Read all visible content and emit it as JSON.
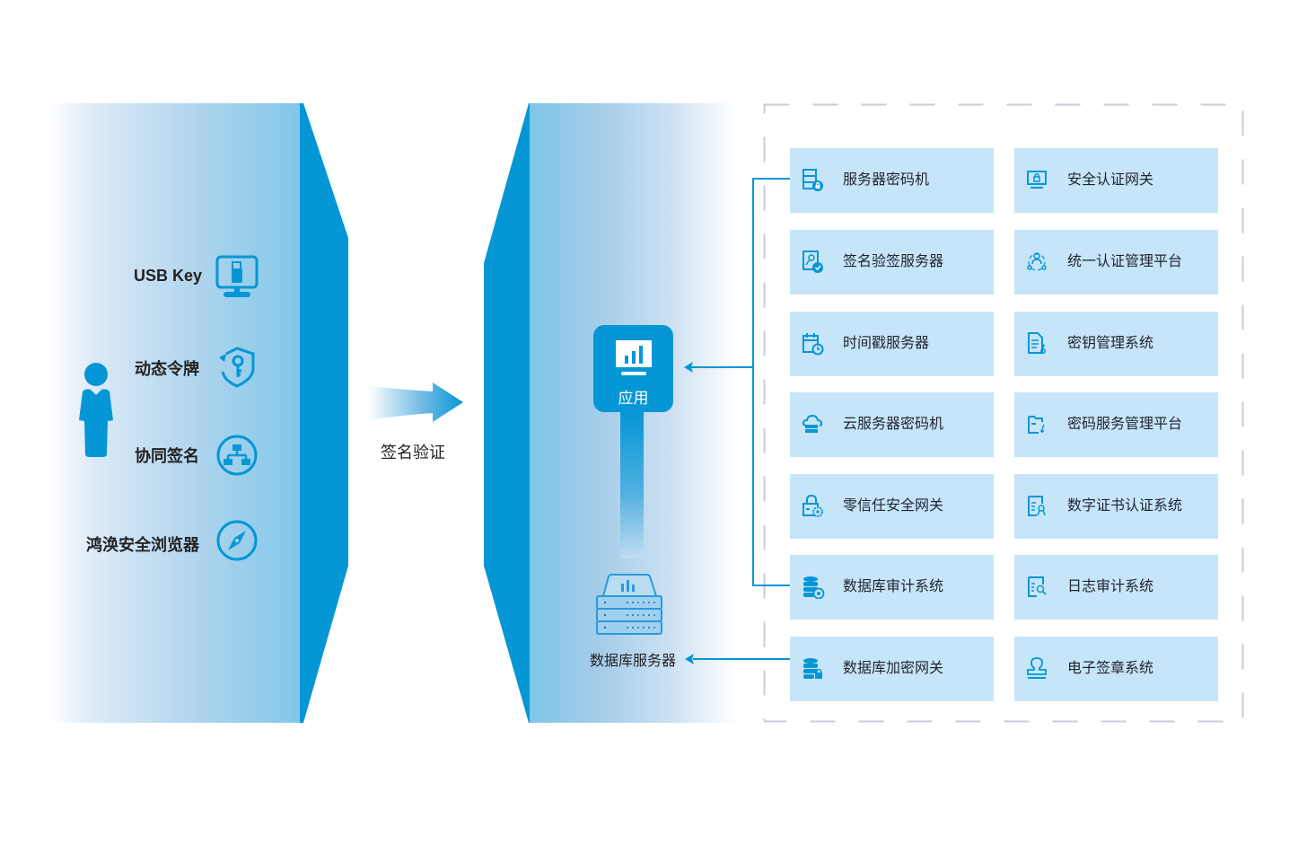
{
  "left_panel": {
    "items": [
      {
        "label": "USB Key",
        "icon": "usb-key-monitor-icon"
      },
      {
        "label": "动态令牌",
        "icon": "dynamic-token-shield-key-icon"
      },
      {
        "label": "协同签名",
        "icon": "collaborative-sign-network-icon"
      },
      {
        "label": "鸿涣安全浏览器",
        "icon": "secure-browser-compass-icon"
      }
    ],
    "user_icon": "user-icon"
  },
  "flow": {
    "label": "签名验证",
    "icon": "right-arrow-icon"
  },
  "middle_panel": {
    "app_label": "应用",
    "app_icon": "app-monitor-chart-icon",
    "db_label": "数据库服务器",
    "db_icon": "database-server-icon"
  },
  "services": {
    "left_column": [
      {
        "label": "服务器密码机",
        "icon": "server-lock-icon"
      },
      {
        "label": "签名验签服务器",
        "icon": "key-verify-icon"
      },
      {
        "label": "时间戳服务器",
        "icon": "calendar-clock-icon"
      },
      {
        "label": "云服务器密码机",
        "icon": "cloud-server-icon"
      },
      {
        "label": "零信任安全网关",
        "icon": "lock-gear-icon"
      },
      {
        "label": "数据库审计系统",
        "icon": "database-eye-icon"
      },
      {
        "label": "数据库加密网关",
        "icon": "database-lock-icon"
      }
    ],
    "right_column": [
      {
        "label": "安全认证网关",
        "icon": "monitor-lock-icon"
      },
      {
        "label": "统一认证管理平台",
        "icon": "user-network-icon"
      },
      {
        "label": "密钥管理系统",
        "icon": "document-key-icon"
      },
      {
        "label": "密码服务管理平台",
        "icon": "folder-key-icon"
      },
      {
        "label": "数字证书认证系统",
        "icon": "certificate-icon"
      },
      {
        "label": "日志审计系统",
        "icon": "log-search-icon"
      },
      {
        "label": "电子签章系统",
        "icon": "stamp-icon"
      }
    ]
  },
  "colors": {
    "primary": "#0596d6",
    "card_bg": "#c7e5f8",
    "frame": "#c9ccd6"
  }
}
